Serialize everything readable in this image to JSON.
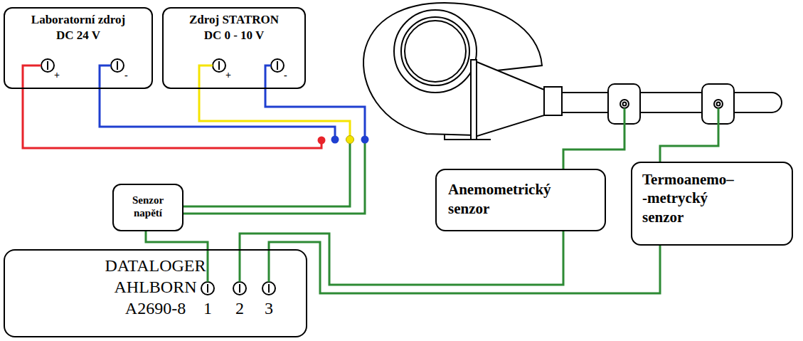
{
  "diagram": {
    "nodes": [
      {
        "text": [
          "Laboratorní zdroj",
          "DC 24 V"
        ]
      },
      {
        "text": [
          "Zdroj STATRON",
          "DC 0 - 10 V"
        ]
      },
      {
        "text": [
          "Senzor napětí"
        ]
      },
      {
        "text": [
          "Anemometrický senzor"
        ]
      },
      {
        "text": [
          "Termoanemo– -metrycký senzor"
        ]
      },
      {
        "text": [
          "DATALOGER AHLBORN A2690-8"
        ]
      }
    ],
    "edges": [
      {
        "from": 1,
        "to": 2,
        "arrow": "none"
      },
      {
        "from": 1,
        "to": 2,
        "arrow": "none"
      },
      {
        "from": 2,
        "to": 5,
        "arrow": "none"
      },
      {
        "from": 3,
        "to": 5,
        "arrow": "none"
      },
      {
        "from": 4,
        "to": 5,
        "arrow": "none"
      }
    ],
    "labels": [
      "+",
      "-",
      "+",
      "-",
      "1",
      "2",
      "3"
    ]
  }
}
